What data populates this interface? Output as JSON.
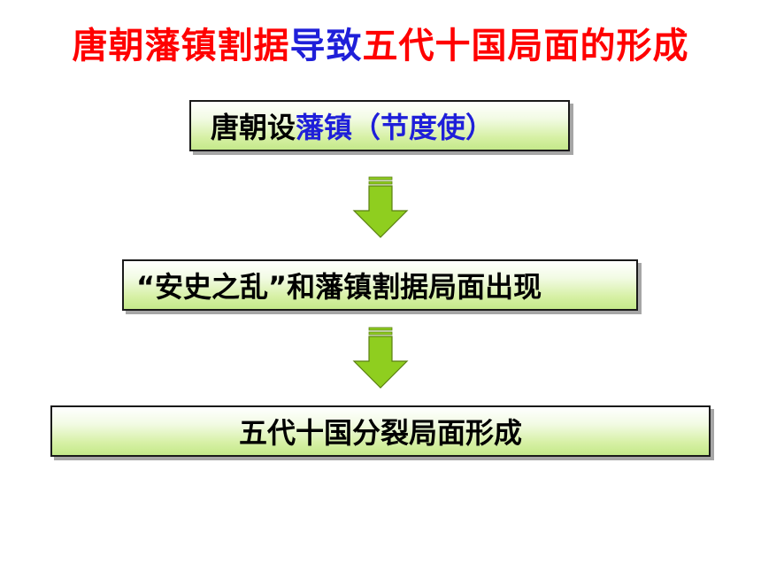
{
  "title": {
    "part1": "唐朝藩镇割据",
    "part2": "导致",
    "part3": "五代十国局面的形成"
  },
  "flow": {
    "step1": {
      "prefix": "唐朝设",
      "highlight": "藩镇",
      "suffix": "（节度使）"
    },
    "step2": {
      "text": "“安史之乱”和藩镇割据局面出现"
    },
    "step3": {
      "text": "五代十国分裂局面形成"
    }
  },
  "colors": {
    "title_red": "#ff0000",
    "title_blue": "#1f1fd9",
    "box_fill": "#d6f0a4",
    "arrow_fill": "#8fce1f"
  }
}
